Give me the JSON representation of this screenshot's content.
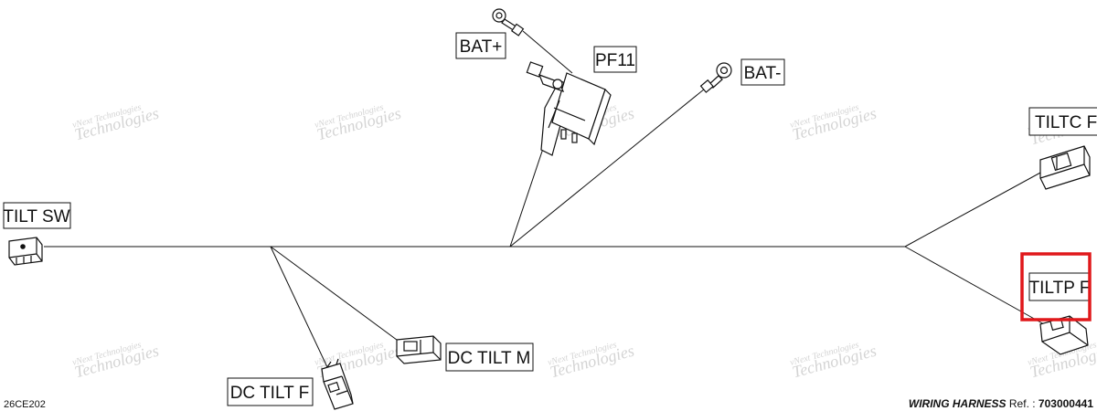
{
  "connectors": {
    "bat_plus": "BAT+",
    "pf11": "PF11",
    "bat_minus": "BAT-",
    "tiltc_f": "TILTC F",
    "tilt_sw": "TILT SW",
    "tiltp_f": "TILTP F",
    "dc_tilt_m": "DC TILT M",
    "dc_tilt_f": "DC TILT F"
  },
  "watermark": {
    "line1": "vNext Technologies",
    "line2": "Technologies"
  },
  "footer": {
    "figure_code": "26CE202",
    "title": "WIRING HARNESS",
    "ref_label": "Ref. :",
    "ref_number": "703000441"
  },
  "highlight": {
    "target": "TILTP F",
    "color": "#e0181b"
  }
}
